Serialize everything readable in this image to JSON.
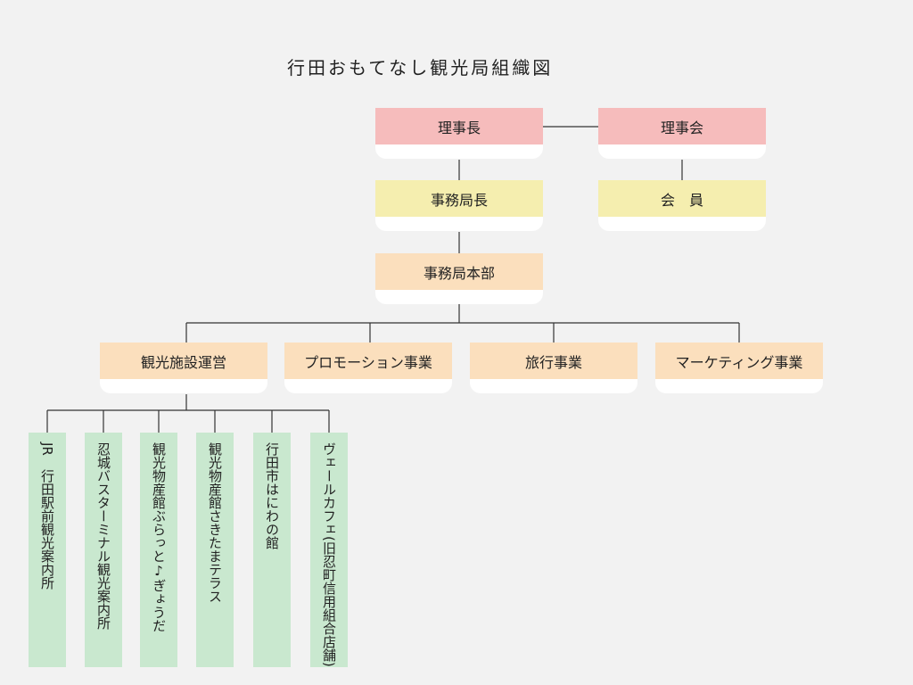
{
  "title": "行田おもてなし観光局組織図",
  "nodes": {
    "chairman": "理事長",
    "board": "理事会",
    "secretary_general": "事務局長",
    "members": "会　員",
    "headquarters": "事務局本部"
  },
  "divisions": [
    "観光施設運営",
    "プロモーション事業",
    "旅行事業",
    "マーケティング事業"
  ],
  "facilities": [
    "JR　行田駅前観光案内所",
    "忍城バスターミナル観光案内所",
    "観光物産館ぶらっと♪ぎょうだ",
    "観光物産館さきたまテラス",
    "行田市はにわの館",
    "ヴェールカフェ(旧忍町信用組合店舗)"
  ],
  "colors": {
    "executive": "#f6bcbc",
    "management": "#f5eeaf",
    "operations": "#fbdfbd",
    "facility": "#c9e8cf",
    "connector": "#333333"
  }
}
